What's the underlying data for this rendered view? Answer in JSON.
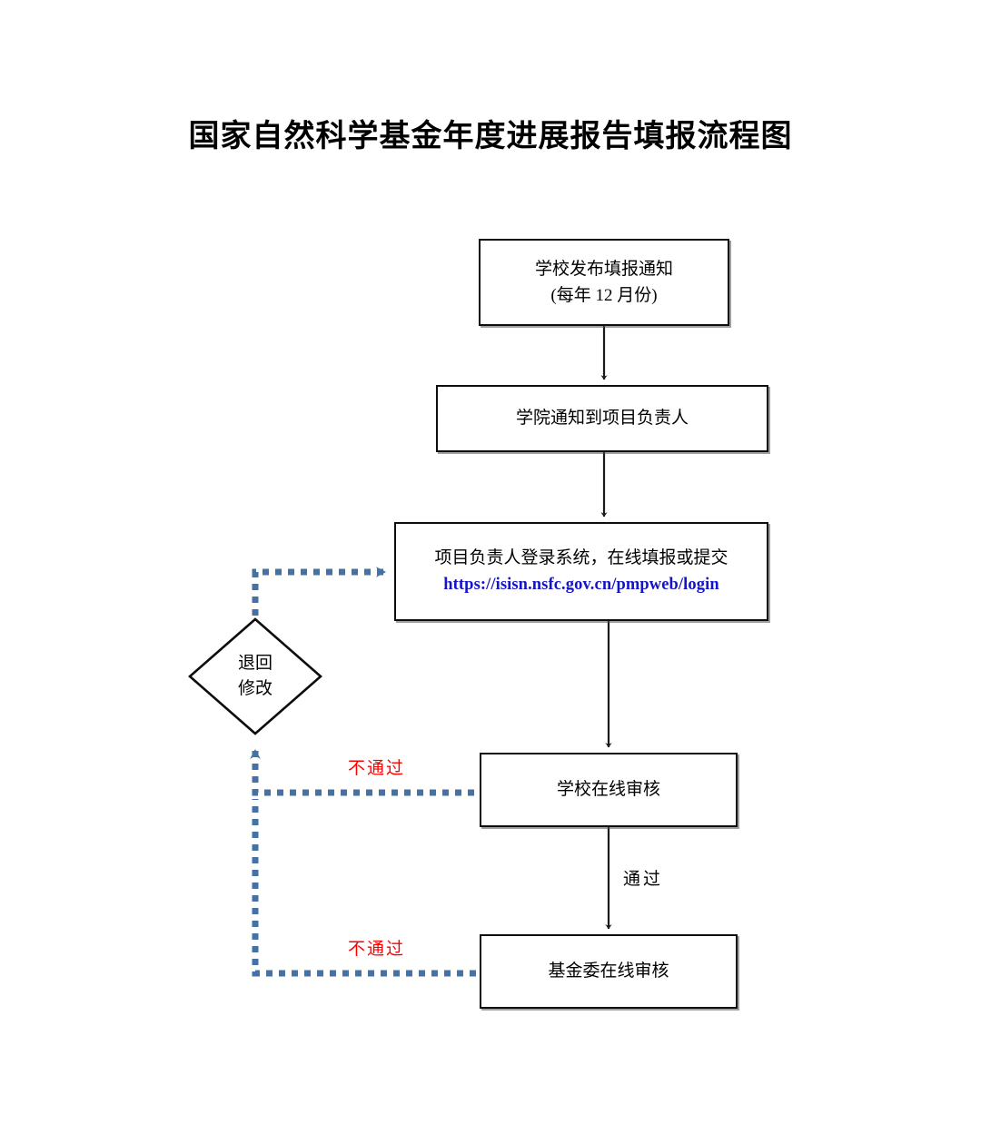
{
  "document": {
    "title": "国家自然科学基金年度进展报告填报流程图",
    "type": "flowchart"
  },
  "colors": {
    "box_border": "#0d0d0d",
    "box_fill": "#ffffff",
    "solid_arrow": "#1a1a1a",
    "dotted_arrow": "#4472a4",
    "reject_label": "#ff0000",
    "pass_label": "#000000",
    "url_link": "#1414c8",
    "title_text": "#000000"
  },
  "nodes": {
    "notice": {
      "shape": "process",
      "line1": "学校发布填报通知",
      "line2": "(每年 12 月份)"
    },
    "college": {
      "shape": "process",
      "line1": "学院通知到项目负责人"
    },
    "login": {
      "shape": "process",
      "line1": "项目负责人登录系统，在线填报或提交",
      "url": "https://isisn.nsfc.gov.cn/pmpweb/login"
    },
    "return_modify": {
      "shape": "decision",
      "line1": "退回",
      "line2": "修改"
    },
    "school_review": {
      "shape": "process",
      "line1": "学校在线审核"
    },
    "nsfc_review": {
      "shape": "process",
      "line1": "基金委在线审核"
    }
  },
  "edges": {
    "notice_to_college": {
      "label": "",
      "style": "solid"
    },
    "college_to_login": {
      "label": "",
      "style": "solid"
    },
    "login_to_school_review": {
      "label": "",
      "style": "solid"
    },
    "school_review_to_nsfc_review": {
      "label": "通过",
      "style": "solid"
    },
    "school_review_reject": {
      "label": "不通过",
      "style": "dotted"
    },
    "nsfc_review_reject": {
      "label": "不通过",
      "style": "dotted"
    },
    "return_modify_to_login": {
      "label": "",
      "style": "dotted"
    }
  }
}
